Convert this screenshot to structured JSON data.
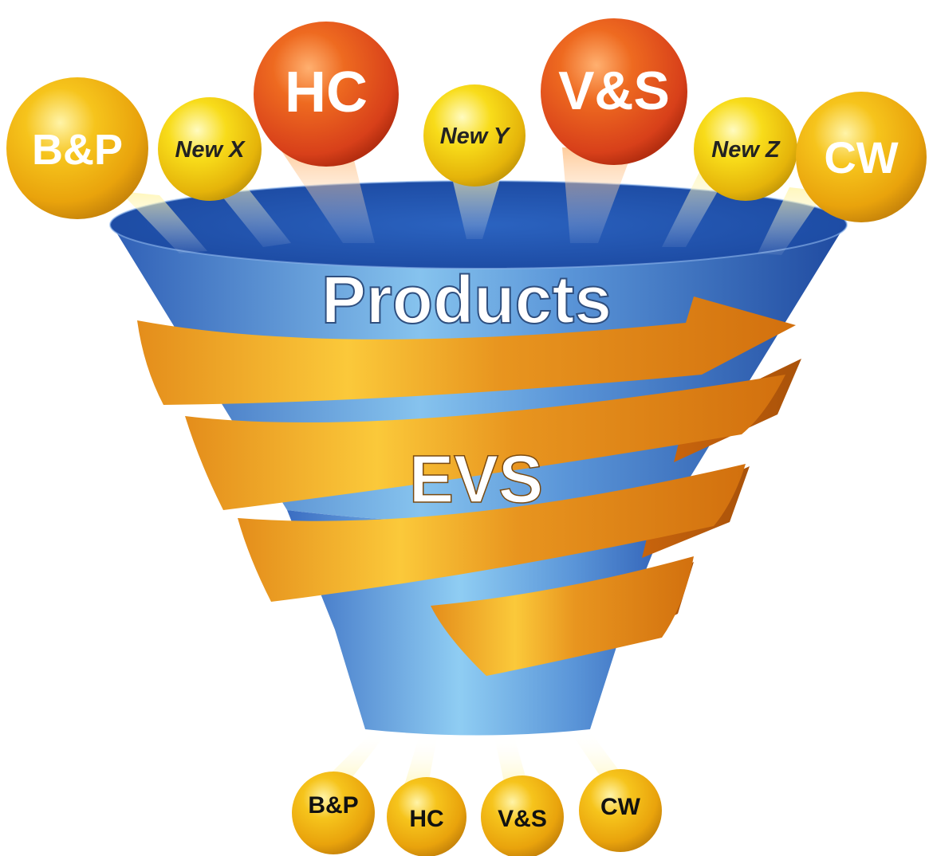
{
  "colors": {
    "funnel_blue": "#3a6fc4",
    "funnel_light": "#86c3ee",
    "ribbon_orange": "#e08a1a",
    "ribbon_highlight": "#fbc93a",
    "ball_gold": "#f3b512",
    "ball_red": "#e0491a"
  },
  "funnel_label": "Products",
  "ribbon_label": "EVS",
  "inputs": [
    {
      "label": "B&P",
      "style": "gold",
      "size": "large"
    },
    {
      "label": "New X",
      "style": "yellow",
      "size": "medium"
    },
    {
      "label": "HC",
      "style": "red",
      "size": "large"
    },
    {
      "label": "New Y",
      "style": "yellow",
      "size": "medium"
    },
    {
      "label": "V&S",
      "style": "red",
      "size": "large"
    },
    {
      "label": "New Z",
      "style": "yellow",
      "size": "medium"
    },
    {
      "label": "CW",
      "style": "gold",
      "size": "large"
    }
  ],
  "outputs": [
    {
      "label": "B&P"
    },
    {
      "label": "HC"
    },
    {
      "label": "V&S"
    },
    {
      "label": "CW"
    }
  ]
}
